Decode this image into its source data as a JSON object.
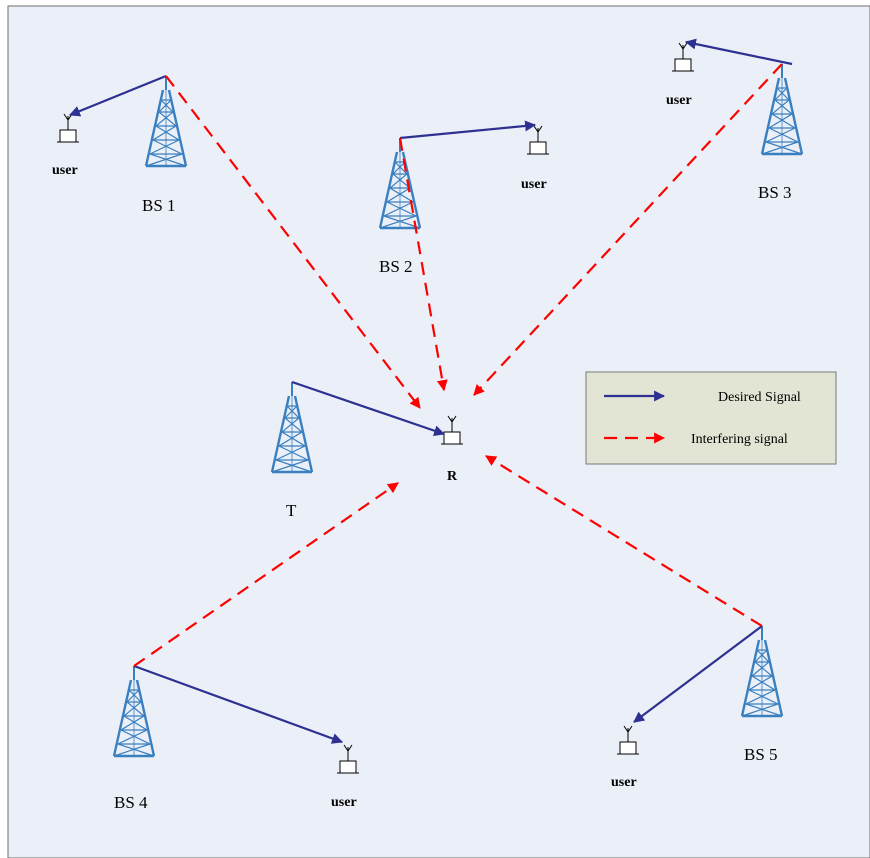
{
  "colors": {
    "background": "#ebf0f8",
    "desired": "#2e3192",
    "interfering": "#ff0000",
    "tower": "#3a7fbf",
    "legend_bg": "#e2e4d4"
  },
  "nodes": {
    "bs1": "BS  1",
    "bs2": "BS 2",
    "bs3": "BS  3",
    "bs4": "BS 4",
    "bs5": "BS 5",
    "transmitter": "T",
    "receiver": "R",
    "user": "user"
  },
  "legend": {
    "desired": "Desired Signal",
    "interfering": "Interfering signal"
  }
}
